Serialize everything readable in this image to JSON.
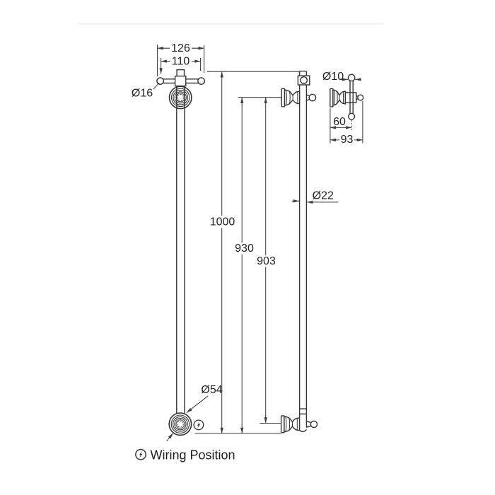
{
  "drawing": {
    "type": "technical-dimension-drawing",
    "views": [
      "front-view",
      "side-view",
      "bracket-detail-view"
    ]
  },
  "dimensions": {
    "crossbar_overall_width": "126",
    "crossbar_inner_width": "110",
    "crossbar_diameter": "Ø16",
    "overall_height": "1000",
    "centre_to_bottom": "930",
    "bracket_centres": "903",
    "rail_diameter": "Ø22",
    "flange_diameter": "Ø54",
    "pin_diameter": "Ø10",
    "wall_to_pin": "60",
    "wall_to_end": "93"
  },
  "labels": {
    "wiring_position": "Wiring Position"
  },
  "colors": {
    "background": "#ffffff",
    "object_line": "#333333",
    "dimension_line": "#3c3c3c",
    "text": "#222222",
    "faint_rule": "#f4f4f4"
  }
}
